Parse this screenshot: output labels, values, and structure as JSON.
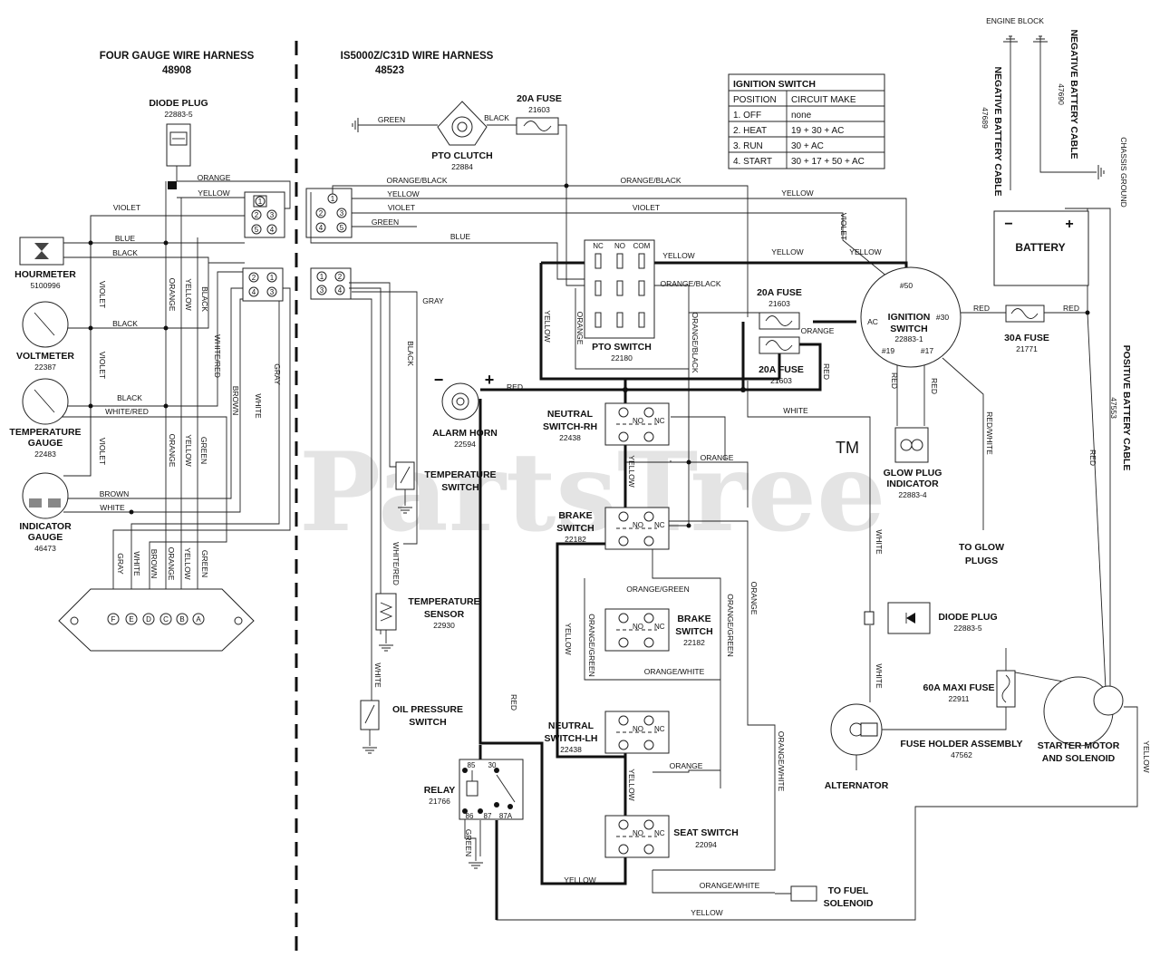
{
  "watermark": {
    "text": "PartsTree",
    "tm": "TM"
  },
  "left_harness": {
    "title": "FOUR GAUGE WIRE HARNESS",
    "number": "48908"
  },
  "right_harness": {
    "title": "IS5000Z/C31D  WIRE HARNESS",
    "number": "48523"
  },
  "components": {
    "diode_plug_top": {
      "name": "DIODE PLUG",
      "pn": "22883-5"
    },
    "hourmeter": {
      "name": "HOURMETER",
      "pn": "5100996"
    },
    "voltmeter": {
      "name": "VOLTMETER",
      "pn": "22387"
    },
    "temp_gauge": {
      "name1": "TEMPERATURE",
      "name2": "GAUGE",
      "pn": "22483"
    },
    "indicator_gauge": {
      "name1": "INDICATOR",
      "name2": "GAUGE",
      "pn": "46473"
    },
    "pto_clutch": {
      "name": "PTO CLUTCH",
      "pn": "22884"
    },
    "fuse_top": {
      "name": "20A FUSE",
      "pn": "21603"
    },
    "fuse_mid": {
      "name": "20A FUSE",
      "pn": "21603"
    },
    "fuse_low": {
      "name": "20A FUSE",
      "pn": "21603"
    },
    "pto_switch": {
      "name": "PTO SWITCH",
      "pn": "22180"
    },
    "alarm_horn": {
      "name": "ALARM HORN",
      "pn": "22594"
    },
    "temp_switch": {
      "name1": "TEMPERATURE",
      "name2": "SWITCH"
    },
    "temp_sensor": {
      "name1": "TEMPERATURE",
      "name2": "SENSOR",
      "pn": "22930"
    },
    "oil_switch": {
      "name1": "OIL PRESSURE",
      "name2": "SWITCH"
    },
    "relay": {
      "name": "RELAY",
      "pn": "21766"
    },
    "neutral_rh": {
      "name1": "NEUTRAL",
      "name2": "SWITCH-RH",
      "pn": "22438"
    },
    "brake_switch1": {
      "name1": "BRAKE",
      "name2": "SWITCH",
      "pn": "22182"
    },
    "brake_switch2": {
      "name1": "BRAKE",
      "name2": "SWITCH",
      "pn": "22182"
    },
    "neutral_lh": {
      "name1": "NEUTRAL",
      "name2": "SWITCH-LH",
      "pn": "22438"
    },
    "seat_switch": {
      "name": "SEAT SWITCH",
      "pn": "22094"
    },
    "fuel_solenoid": {
      "name1": "TO FUEL",
      "name2": "SOLENOID"
    },
    "ignition_switch": {
      "name1": "IGNITION",
      "name2": "SWITCH",
      "pn": "22883-1"
    },
    "glow_plug_indicator": {
      "name1": "GLOW PLUG",
      "name2": "INDICATOR",
      "pn": "22883-4"
    },
    "to_glow_plugs": {
      "name1": "TO GLOW",
      "name2": "PLUGS"
    },
    "battery": {
      "name": "BATTERY",
      "neg": "−",
      "pos": "+"
    },
    "fuse_30a": {
      "name": "30A FUSE",
      "pn": "21771"
    },
    "diode_plug_right": {
      "name": "DIODE PLUG",
      "pn": "22883-5"
    },
    "maxi_fuse": {
      "name": "60A MAXI FUSE",
      "pn": "22911"
    },
    "fuse_holder": {
      "name": "FUSE HOLDER ASSEMBLY",
      "pn": "47562"
    },
    "alternator": {
      "name": "ALTERNATOR"
    },
    "starter": {
      "name1": "STARTER MOTOR",
      "name2": "AND SOLENOID"
    },
    "engine_block": {
      "name": "ENGINE BLOCK"
    },
    "neg_cable1": {
      "name": "NEGATIVE BATTERY CABLE",
      "pn": "47689"
    },
    "neg_cable2": {
      "name": "NEGATIVE BATTERY CABLE",
      "pn": "47690"
    },
    "chassis_ground": {
      "name": "CHASSIS GROUND"
    },
    "pos_cable": {
      "name": "POSITIVE BATTERY CABLE",
      "pn": "47553"
    }
  },
  "ignition_table": {
    "title": "IGNITION SWITCH",
    "headers": [
      "POSITION",
      "CIRCUIT MAKE"
    ],
    "rows": [
      [
        "1. OFF",
        "none"
      ],
      [
        "2. HEAT",
        "19 + 30 + AC"
      ],
      [
        "3. RUN",
        "30 + AC"
      ],
      [
        "4. START",
        "30 + 17 + 50 + AC"
      ]
    ]
  },
  "terminals": {
    "ign_50": "#50",
    "ign_ac": "AC",
    "ign_30": "#30",
    "ign_19": "#19",
    "ign_17": "#17",
    "pto_nc": "NC",
    "pto_no": "NO",
    "pto_com": "COM",
    "relay_85": "85",
    "relay_30": "30",
    "relay_86": "86",
    "relay_87": "87",
    "relay_87a": "87A",
    "sw_no": "NO",
    "sw_nc": "NC",
    "horn_minus": "−",
    "horn_plus": "+",
    "gauge_pins": [
      "F",
      "E",
      "D",
      "C",
      "B",
      "A"
    ],
    "conn_pins_a": [
      "1",
      "2",
      "3",
      "4"
    ],
    "conn_pins_b": [
      "1",
      "2",
      "3",
      "4"
    ],
    "conn_pins_c": [
      "1",
      "2",
      "3",
      "4",
      "5"
    ],
    "conn_pins_d": [
      "1",
      "2",
      "3",
      "4"
    ],
    "conn_pins_e": [
      "1",
      "2",
      "3",
      "4"
    ]
  },
  "wire_labels": {
    "orange": "ORANGE",
    "yellow": "YELLOW",
    "violet": "VIOLET",
    "blue": "BLUE",
    "black": "BLACK",
    "white": "WHITE",
    "white_red": "WHITE/RED",
    "brown": "BROWN",
    "gray": "GRAY",
    "green": "GREEN",
    "red": "RED",
    "red_white": "RED/WHITE",
    "orange_black": "ORANGE/BLACK",
    "orange_green": "ORANGE/GREEN",
    "orange_white": "ORANGE/WHITE"
  }
}
